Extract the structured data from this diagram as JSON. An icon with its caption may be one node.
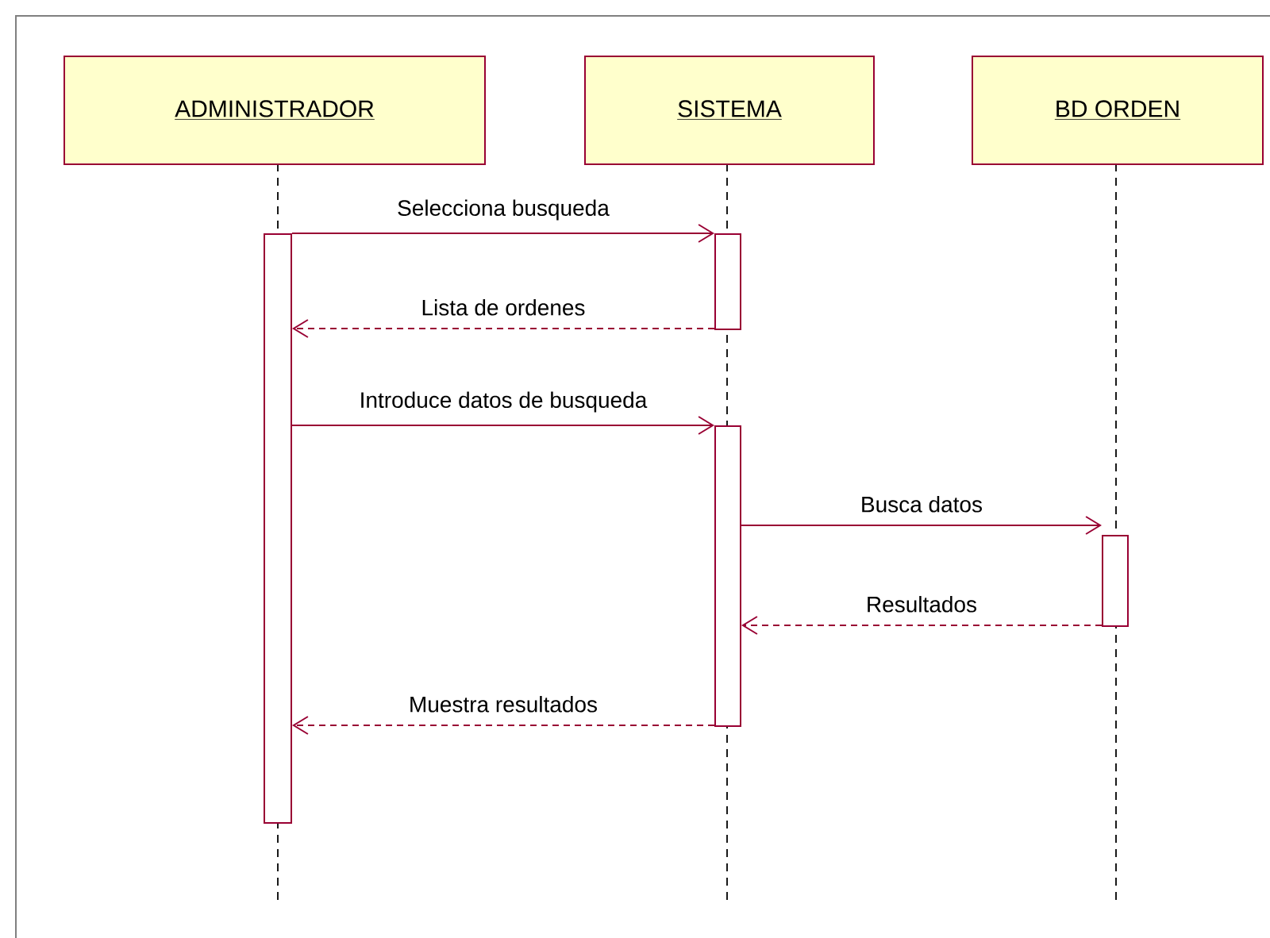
{
  "diagram": {
    "nodes": [
      {
        "text": [
          "ADMINISTRADOR"
        ]
      },
      {
        "text": [
          "SISTEMA"
        ]
      },
      {
        "text": [
          "BD ORDEN"
        ]
      },
      {
        "text": [],
        "shape": "bar"
      },
      {
        "text": [],
        "shape": "bar"
      },
      {
        "text": [],
        "shape": "bar"
      },
      {
        "text": [],
        "shape": "bar"
      }
    ],
    "edges": [
      {
        "from": 3,
        "to": 4,
        "arrow": "to",
        "label": "Selecciona busqueda"
      },
      {
        "from": 4,
        "to": 3,
        "arrow": "to",
        "label": "Lista de ordenes",
        "style": "dashed"
      },
      {
        "from": 3,
        "to": 5,
        "arrow": "to",
        "label": "Introduce datos de busqueda"
      },
      {
        "from": 5,
        "to": 6,
        "arrow": "to",
        "label": "Busca datos"
      },
      {
        "from": 6,
        "to": 5,
        "arrow": "to",
        "label": "Resultados",
        "style": "dashed"
      },
      {
        "from": 5,
        "to": 3,
        "arrow": "to",
        "label": "Muestra resultados",
        "style": "dashed"
      }
    ]
  }
}
